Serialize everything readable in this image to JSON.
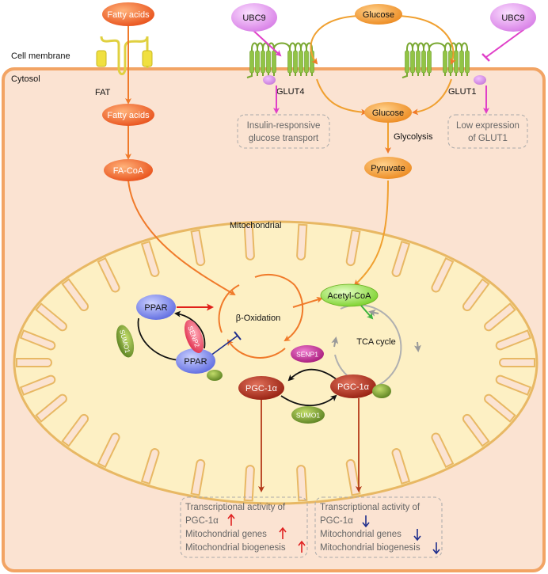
{
  "labels": {
    "cell_membrane": "Cell membrane",
    "cytosol": "Cytosol",
    "fat": "FAT",
    "glut4": "GLUT4",
    "glut1": "GLUT1",
    "glycolysis": "Glycolysis",
    "mitochondrial": "Mitochondrial"
  },
  "nodes": {
    "fatty_acids_out": "Fatty acids",
    "fatty_acids_in": "Fatty acids",
    "fa_coa": "FA-CoA",
    "ubc9_left": "UBC9",
    "ubc9_right": "UBC9",
    "glucose_out": "Glucose",
    "glucose_in": "Glucose",
    "pyruvate": "Pyruvate",
    "acetyl_coa": "Acetyl-CoA",
    "beta_oxidation": "β-Oxidation",
    "tca_cycle": "TCA cycle",
    "ppar_top": "PPAR",
    "ppar_bottom": "PPAR",
    "senp2": "SENP2",
    "sumo1_left": "SUMO1",
    "senp1": "SENP1",
    "sumo1_bottom": "SUMO1",
    "pgc_left": "PGC-1α",
    "pgc_right": "PGC-1α"
  },
  "boxes": {
    "insulin_line1": "Insulin-responsive",
    "insulin_line2": "glucose transport",
    "low_line1": "Low expression",
    "low_line2": "of GLUT1",
    "left_line1": "Transcriptional activity of",
    "left_line2": "PGC-1α",
    "left_line3": "Mitochondrial genes",
    "left_line4": "Mitochondrial biogenesis",
    "right_line1": "Transcriptional activity of",
    "right_line2": "PGC-1α",
    "right_line3": "Mitochondrial genes",
    "right_line4": "Mitochondrial biogenesis"
  },
  "colors": {
    "cell_fill": "#fbe3d2",
    "cell_stroke": "#f2a464",
    "mito_fill": "#fdf0c4",
    "mito_stroke": "#e8b864",
    "orange_node": "#f26522",
    "glucose_node": "#f5a040",
    "ubc9": "#e69bf0",
    "ppar": "#7a86f0",
    "pgc": "#b42f1a",
    "sumo1": "#7aa030",
    "senp2": "#f05070",
    "senp1": "#c83296",
    "acetyl_coa": "#8ee040",
    "membrane_protein": "#92c445",
    "up_arrow": "#e02020",
    "down_arrow": "#1e2d8c"
  }
}
